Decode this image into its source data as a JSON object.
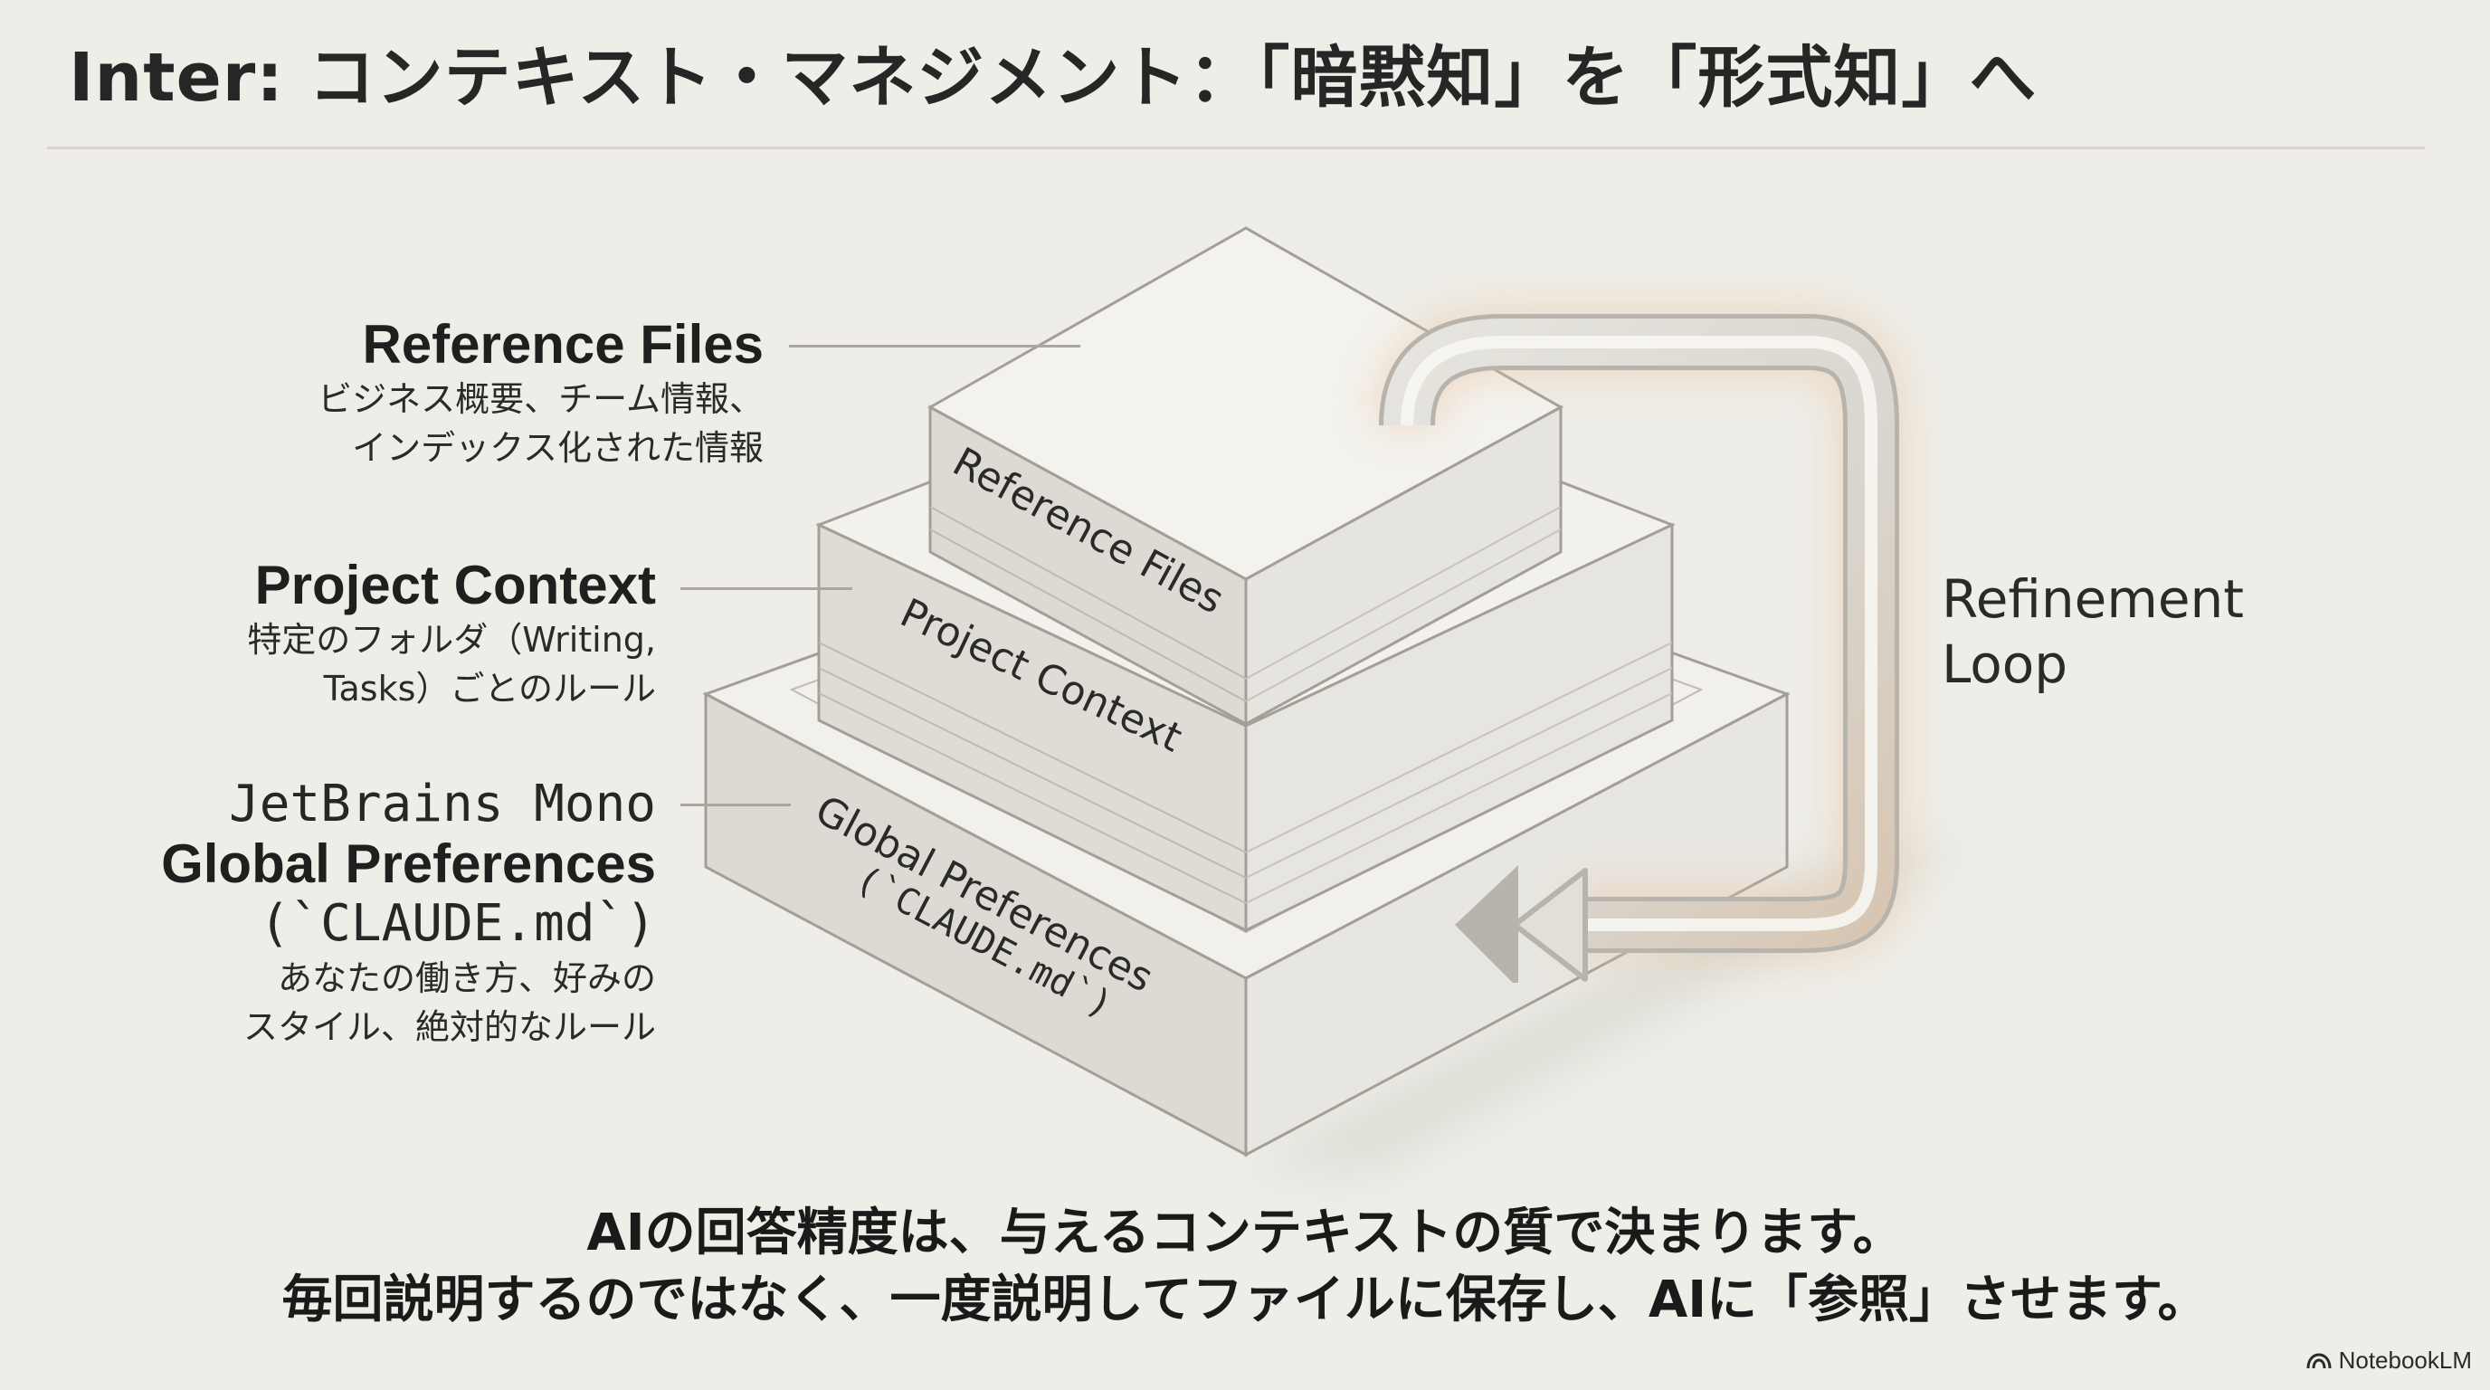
{
  "title": "Inter: コンテキスト・マネジメント：「暗黙知」を「形式知」へ",
  "layers": [
    {
      "side_heading": "Reference Files",
      "side_desc": [
        "ビジネス概要、チーム情報、",
        "インデックス化された情報"
      ],
      "block_label": "Reference Files"
    },
    {
      "side_heading": "Project Context",
      "side_desc": [
        "特定のフォルダ（Writing,",
        "Tasks）ごとのルール"
      ],
      "block_label": "Project Context"
    },
    {
      "side_font_name": "JetBrains Mono",
      "side_heading": "Global Preferences",
      "side_file": "(`CLAUDE.md`)",
      "side_desc": [
        "あなたの働き方、好みの",
        "スタイル、絶対的なルール"
      ],
      "block_label": "Global Preferences",
      "block_file": "(`CLAUDE.md`)"
    }
  ],
  "loop_label": [
    "Refinement",
    "Loop"
  ],
  "footer": [
    "AIの回答精度は、与えるコンテキストの質で決まります。",
    "毎回説明するのではなく、一度説明してファイルに保存し、AIに「参照」させます。"
  ],
  "brand": "NotebookLM",
  "colors": {
    "background": "#eeede7",
    "block_top": "#f2f1ec",
    "block_left": "#dedcd5",
    "block_right": "#e7e5df",
    "block_edge": "#9d9b94",
    "loop_arrow": "#c9c6bf",
    "loop_glow": "#e3b98f"
  }
}
